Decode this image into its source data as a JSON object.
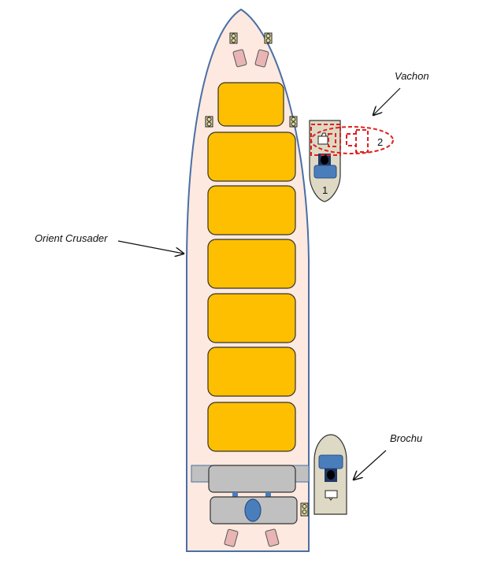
{
  "labels": {
    "ship": "Orient Crusader",
    "tug_top": "Vachon",
    "tug_bottom": "Brochu",
    "position_1": "1",
    "position_2": "2"
  },
  "colors": {
    "hull_fill": "#fde9df",
    "hull_stroke": "#4a6fa5",
    "hatch": "#fdbf00",
    "tug_fill": "#ddd9c4",
    "wheelhouse": "#4a7ebb",
    "movement": "#e02020"
  }
}
